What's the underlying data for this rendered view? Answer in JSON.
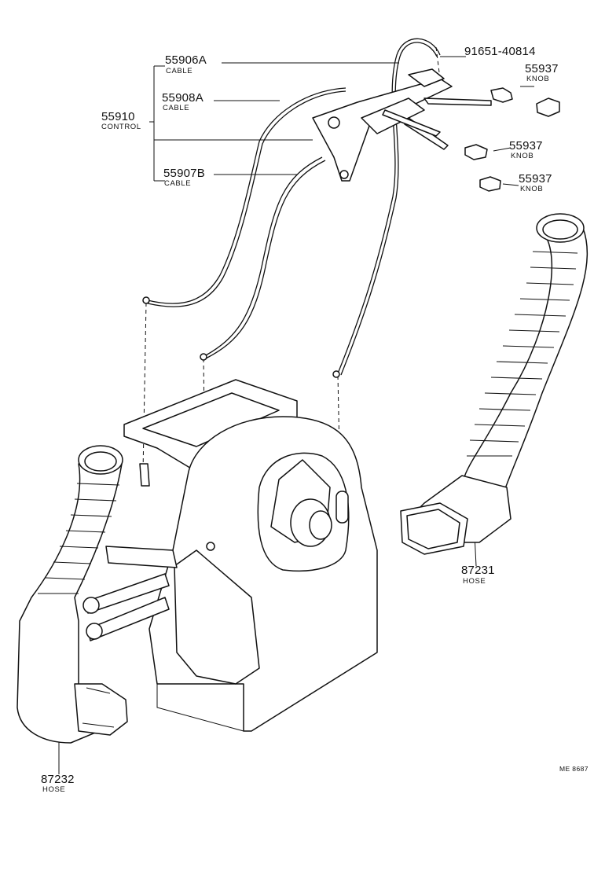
{
  "parts": {
    "cable_55906a": {
      "number": "55906A",
      "name": "CABLE"
    },
    "cable_55908a": {
      "number": "55908A",
      "name": "CABLE"
    },
    "control_55910": {
      "number": "55910",
      "name": "CONTROL"
    },
    "cable_55907b": {
      "number": "55907B",
      "name": "CABLE"
    },
    "bolt_91651": {
      "number": "91651-40814"
    },
    "knob_top": {
      "number": "55937",
      "name": "KNOB"
    },
    "knob_mid": {
      "number": "55937",
      "name": "KNOB"
    },
    "knob_low": {
      "number": "55937",
      "name": "KNOB"
    },
    "hose_87231": {
      "number": "87231",
      "name": "HOSE"
    },
    "hose_87232": {
      "number": "87232",
      "name": "HOSE"
    }
  },
  "reference_code": "ME 8687"
}
